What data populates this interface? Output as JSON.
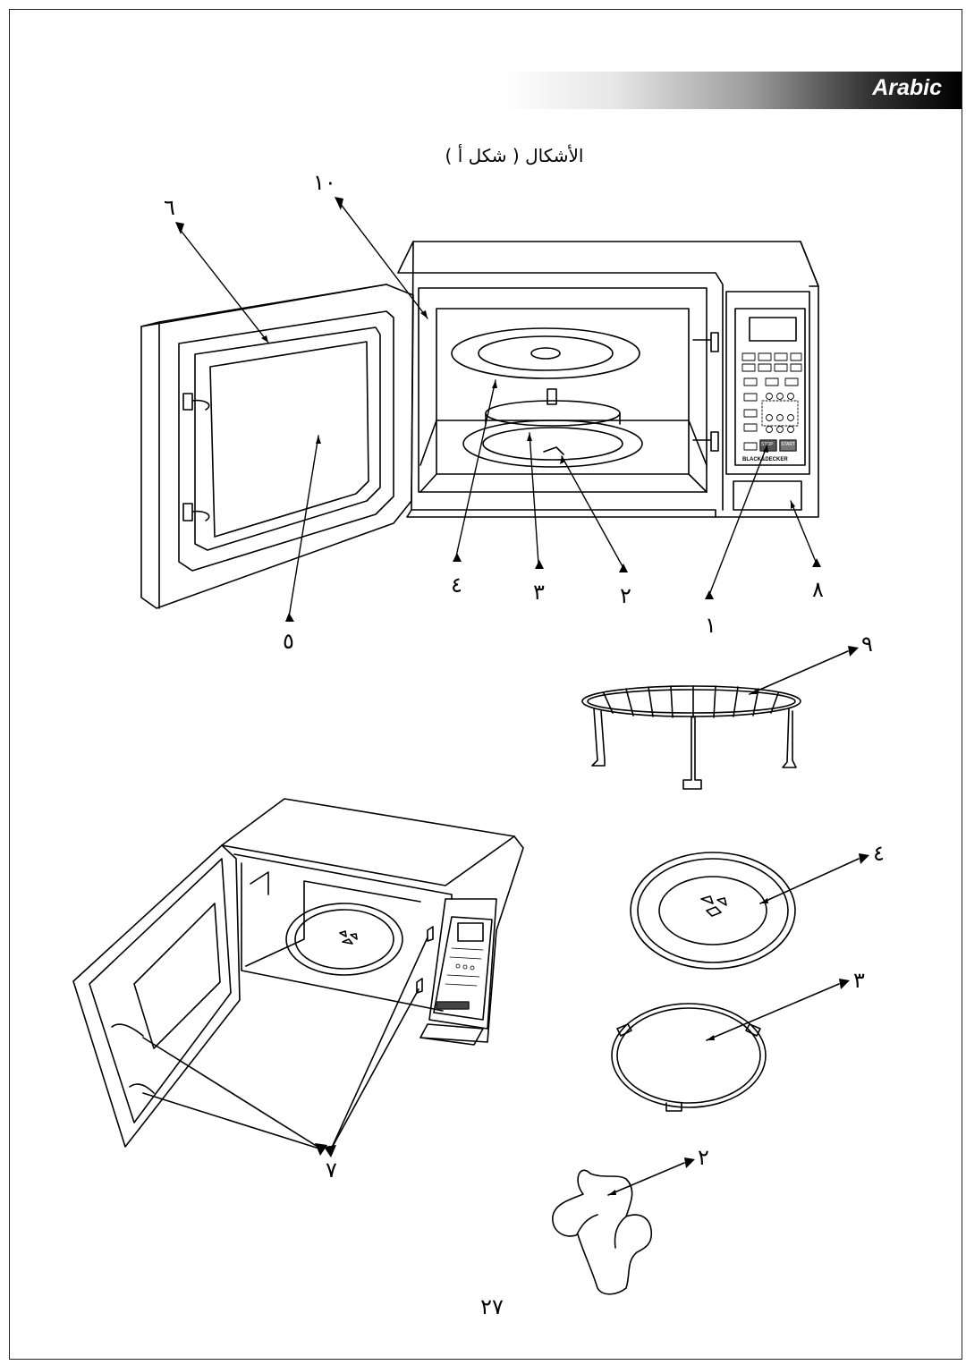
{
  "header": {
    "language_label": "Arabic"
  },
  "figure": {
    "title": "الأشكال ( شكل أ )",
    "callouts": {
      "c1": "١",
      "c2": "٢",
      "c3": "٣",
      "c4": "٤",
      "c5": "٥",
      "c6": "٦",
      "c7": "٧",
      "c8": "٨",
      "c9": "٩",
      "c10": "١٠",
      "acc_rack": "٩",
      "acc_tray": "٤",
      "acc_ring": "٣",
      "acc_coupler": "٢"
    }
  },
  "control_panel": {
    "brand_logo": "BLACK&DECKER",
    "stop_label": "STOP",
    "start_label": "START"
  },
  "footer": {
    "page_number": "٢٧"
  }
}
